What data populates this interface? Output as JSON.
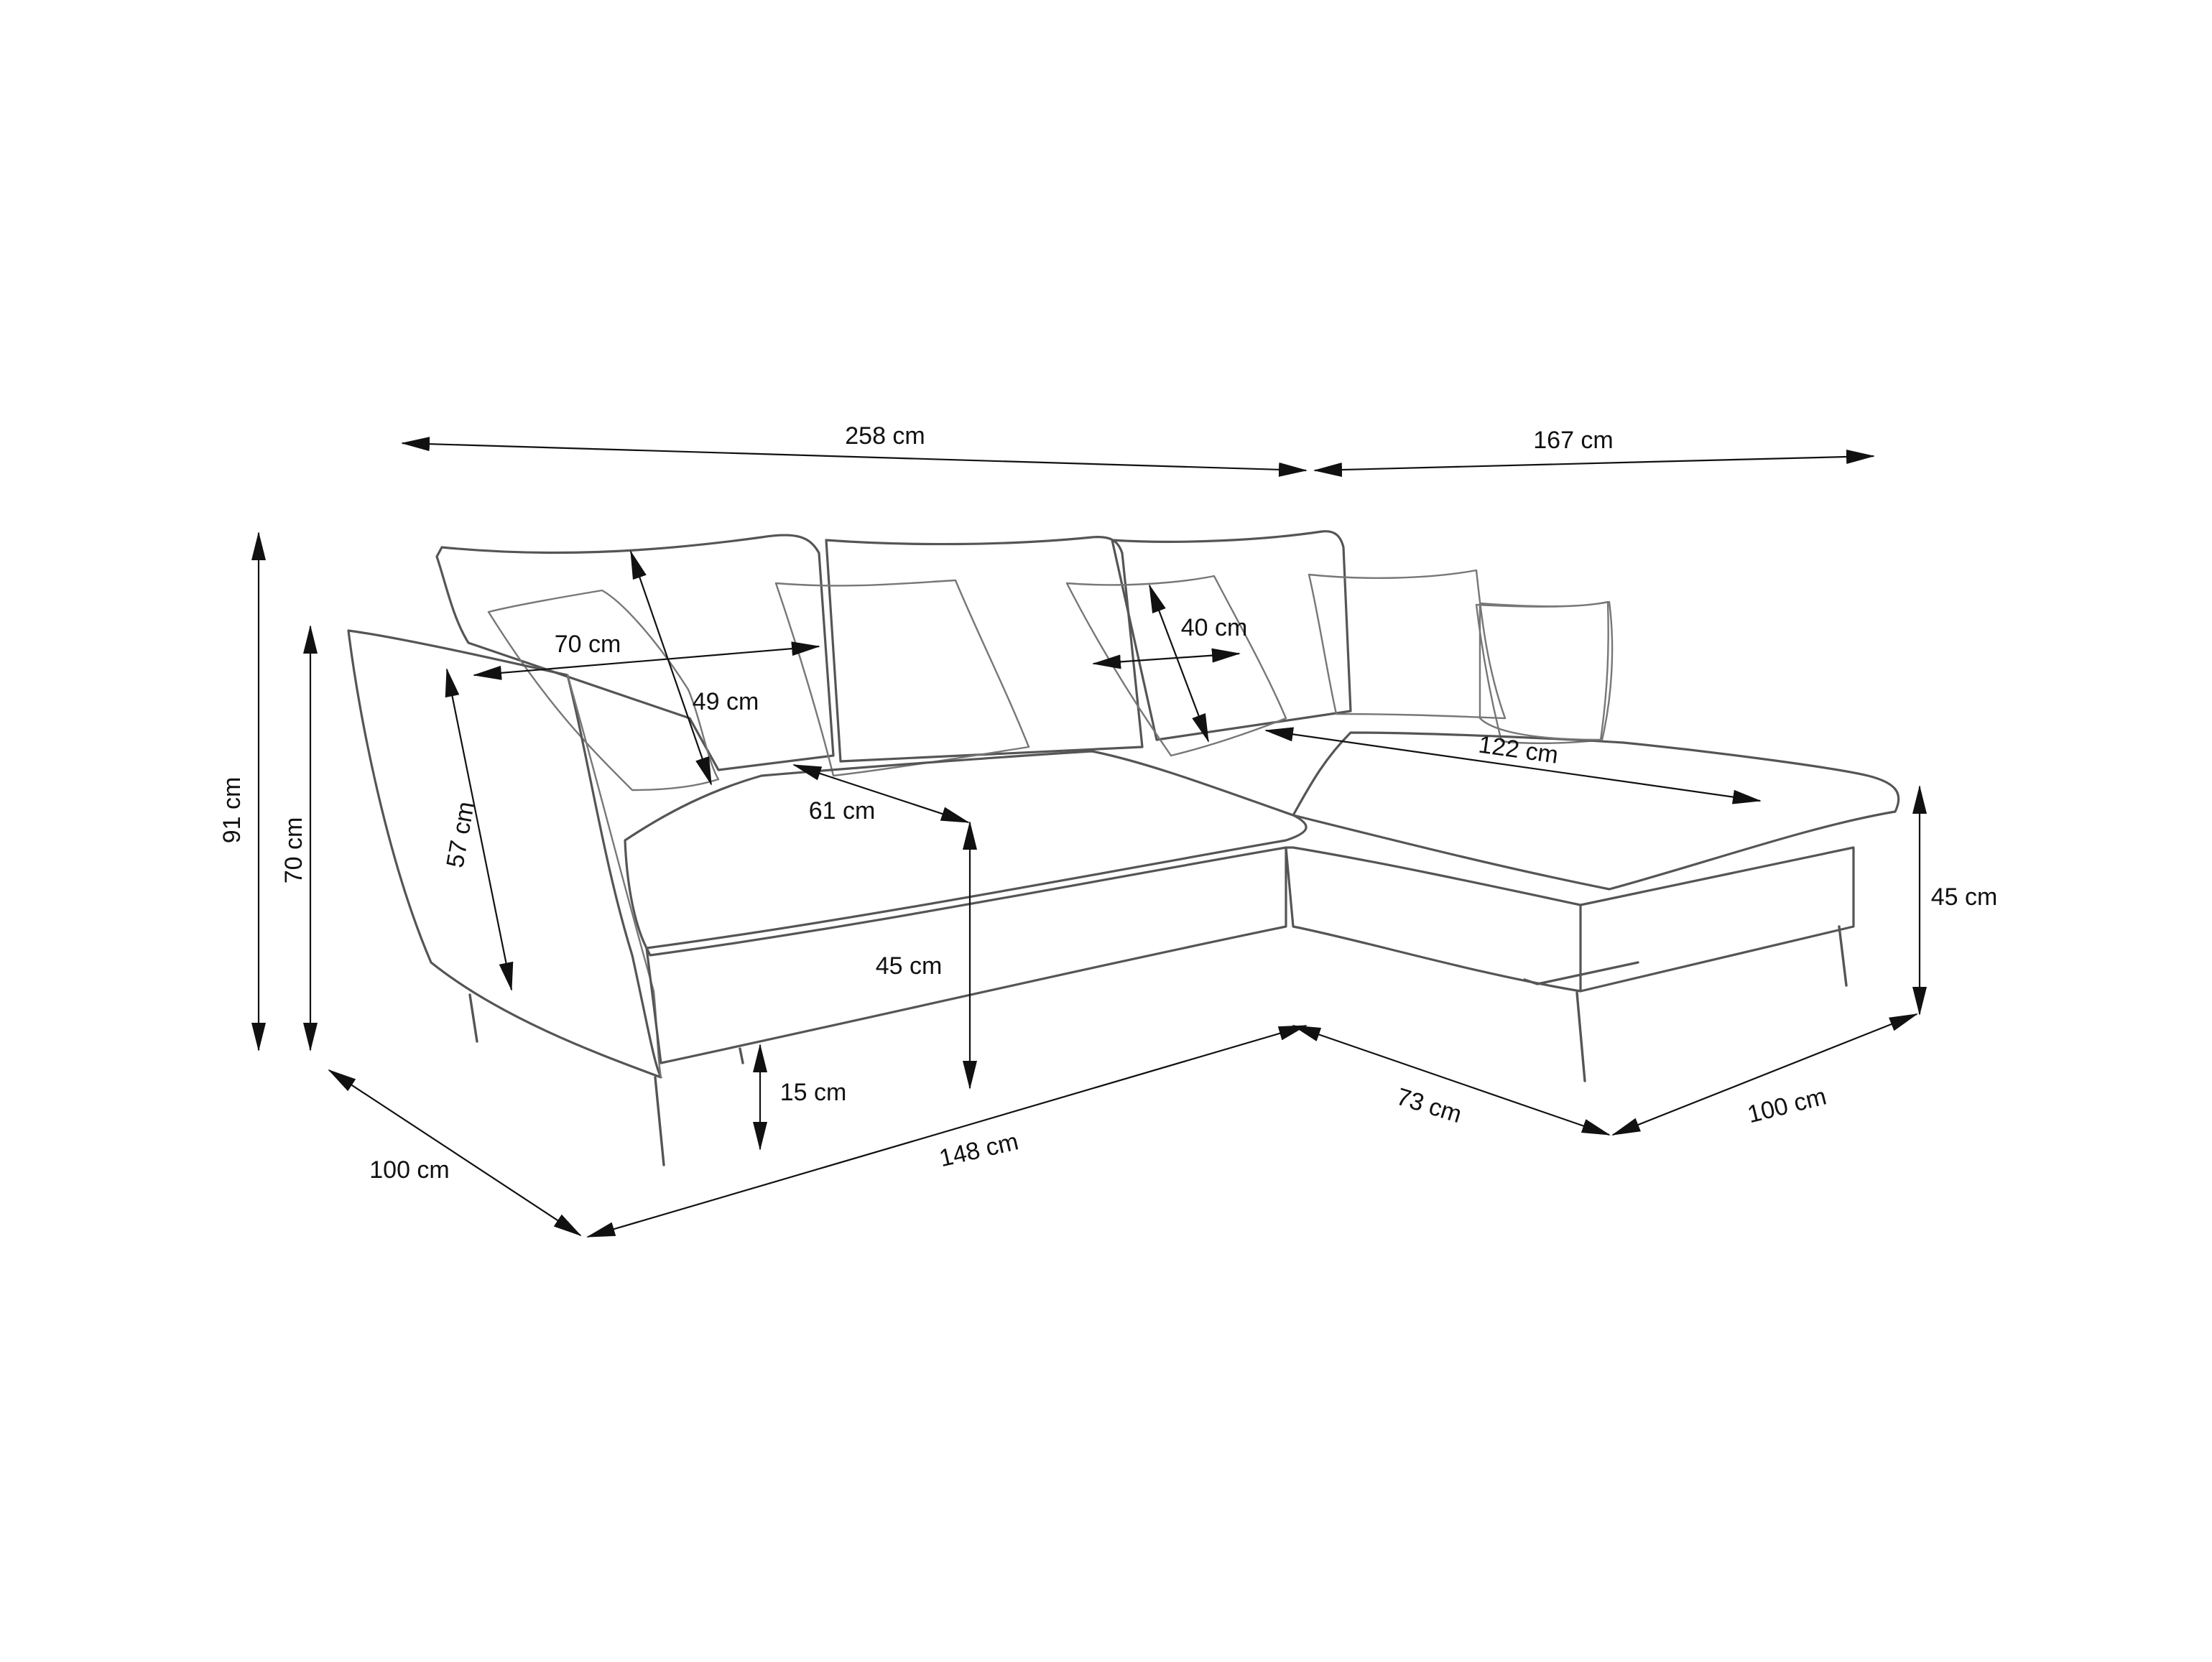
{
  "diagram": {
    "colors": {
      "line": "#555555",
      "dimension": "#111111",
      "background": "#ffffff"
    },
    "dimensions": {
      "total_width": "258 cm",
      "chaise_width": "167 cm",
      "total_height": "91 cm",
      "armrest_height": "70 cm",
      "backrest_height": "57 cm",
      "pillow_width": "70 cm",
      "pillow_height": "49 cm",
      "seat_depth": "61 cm",
      "small_pillow": "40 cm",
      "chaise_seat_length": "122 cm",
      "seat_height": "45 cm",
      "chaise_height": "45 cm",
      "leg_height": "15 cm",
      "depth": "100 cm",
      "main_length": "148 cm",
      "chaise_depth": "73 cm",
      "chaise_side_depth": "100 cm"
    }
  }
}
